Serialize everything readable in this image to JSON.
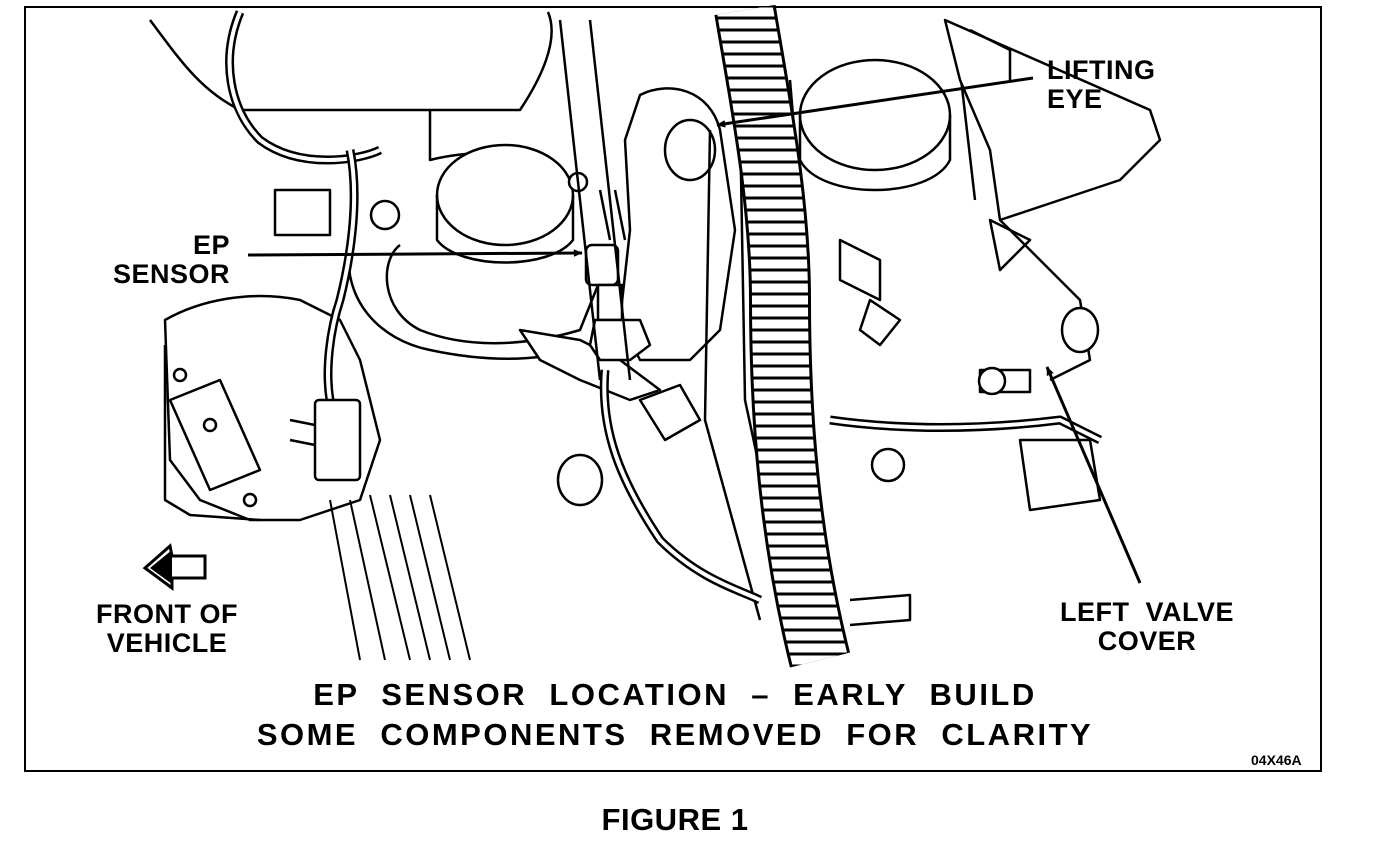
{
  "callouts": {
    "lifting_eye": [
      "LIFTING",
      "EYE"
    ],
    "ep_sensor": [
      "EP",
      "SENSOR"
    ],
    "left_valve_cover": [
      "LEFT  VALVE",
      "COVER"
    ],
    "front_of_vehicle": [
      "FRONT OF",
      "VEHICLE"
    ]
  },
  "caption": {
    "line1": "EP  SENSOR  LOCATION  –  EARLY  BUILD",
    "line2": "SOME  COMPONENTS  REMOVED  FOR  CLARITY"
  },
  "figure_code": "04X46A",
  "figure_title": "FIGURE 1",
  "colors": {
    "ink": "#000000",
    "paper": "#ffffff"
  }
}
